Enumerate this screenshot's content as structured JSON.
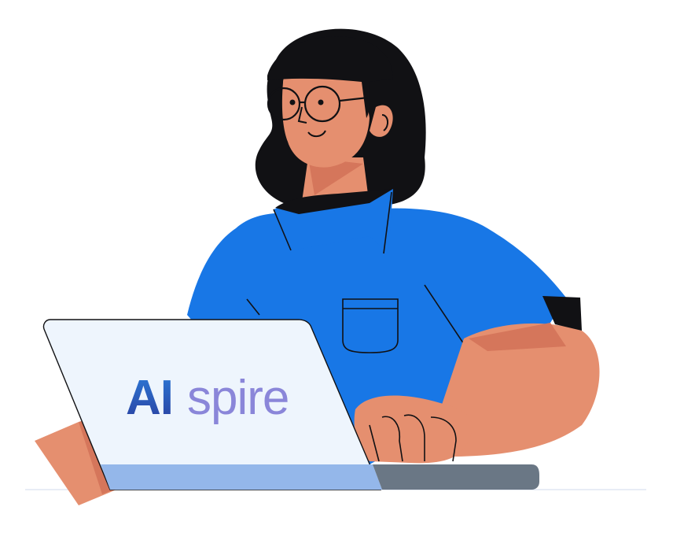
{
  "logo": {
    "part_ai": "AI",
    "part_rest": "spire"
  },
  "colors": {
    "hair": "#111114",
    "skin": "#E58F6F",
    "skin_shadow": "#D5765B",
    "shirt": "#1877E6",
    "laptop_screen": "#EEF5FD",
    "laptop_base": "#94B7EA",
    "laptop_base_dark": "#6A7785",
    "logo_ai": "#2F4FB0",
    "logo_spire": "#8A86D9",
    "floor_line": "#E8EDF6"
  },
  "icons": {
    "illustration": "woman-with-laptop-illustration"
  }
}
